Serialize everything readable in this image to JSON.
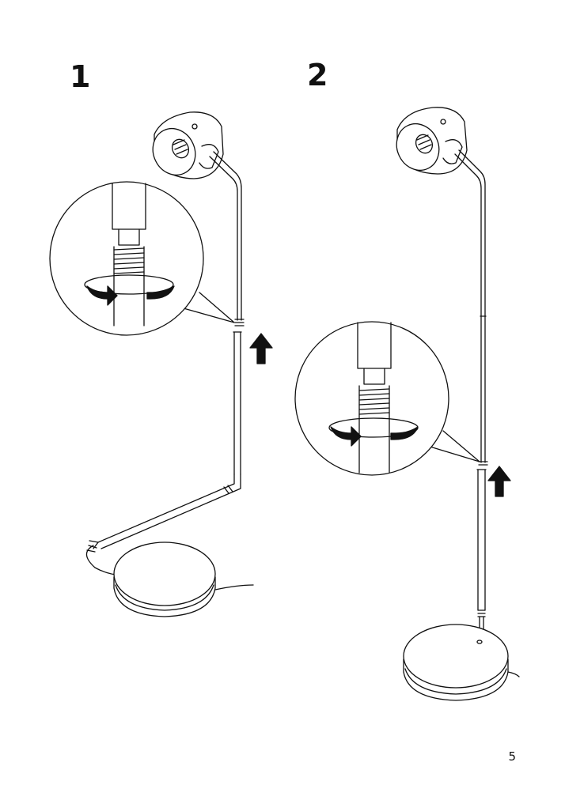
{
  "steps": [
    {
      "number": "1"
    },
    {
      "number": "2"
    }
  ],
  "page_number": "5",
  "colors": {
    "ink": "#111111",
    "paper": "#ffffff"
  },
  "icons": [
    "rotate-arrows-icon",
    "up-arrow-icon"
  ]
}
